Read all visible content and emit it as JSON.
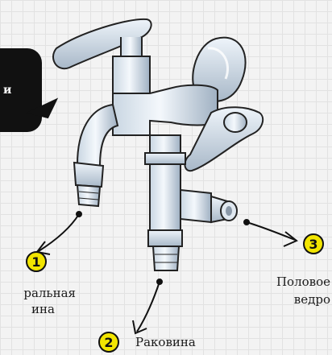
{
  "bubble": {
    "text": "и"
  },
  "callouts": [
    {
      "number": "1",
      "label_line1": "ральная",
      "label_line2": "ина"
    },
    {
      "number": "2",
      "label_line1": "Раковина"
    },
    {
      "number": "3",
      "label_line1": "Половое",
      "label_line2": "ведро"
    }
  ]
}
